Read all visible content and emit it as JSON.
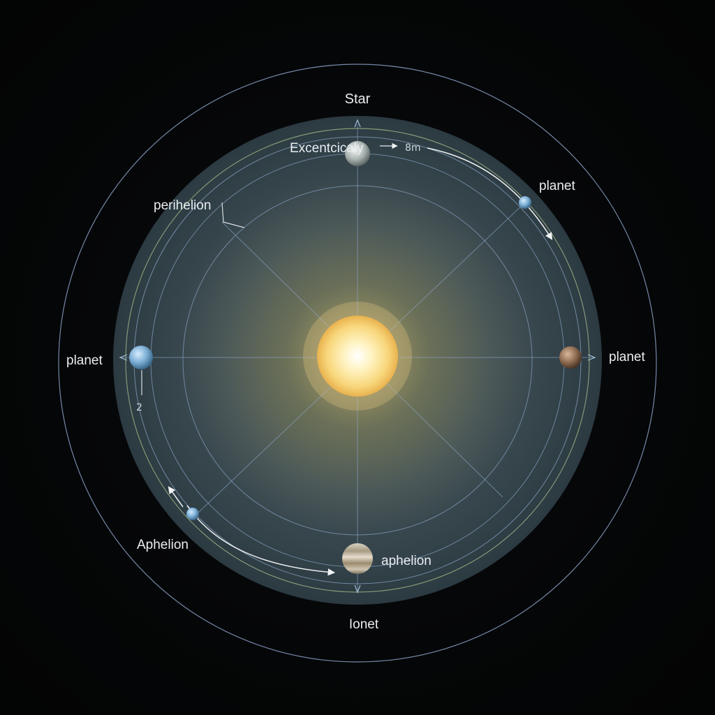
{
  "labels": {
    "star": "Star",
    "eccentricity": "Excentcicaly",
    "eccentricity_value": "8m",
    "perihelion": "perihelion",
    "planet_top_right": "planet",
    "planet_left": "planet",
    "planet_right": "planet",
    "mark_left": "2",
    "aphelion_left": "Aphelion",
    "aphelion_bottom": "aphelion",
    "bottom": "Ionet"
  },
  "colors": {
    "background": "#040506",
    "disc": "#3c4d55",
    "orbit_line": "#7f9cb8",
    "green_orbit": "#8fa67a",
    "star_core": "#fff6c9",
    "star_glow": "#f4c766",
    "label_text": "#e9eef2"
  },
  "icons": {
    "star": "star-glow-circle",
    "planets": [
      "planet-grey-sphere",
      "planet-blue-sphere",
      "planet-brown-sphere",
      "planet-banded-sphere"
    ]
  }
}
